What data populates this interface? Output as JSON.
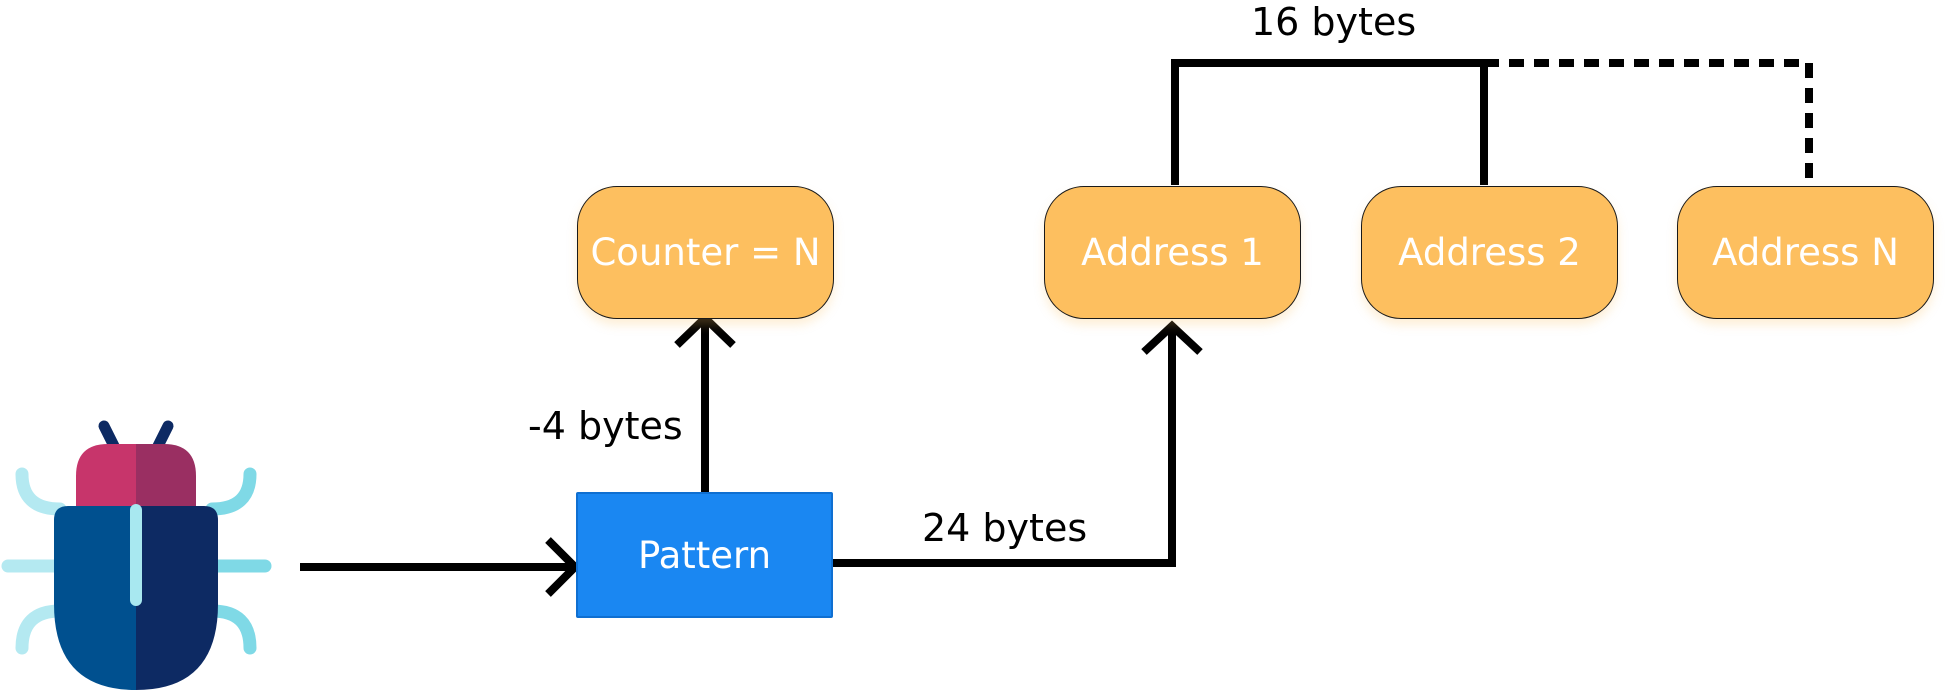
{
  "diagram": {
    "nodes": {
      "counter": "Counter = N",
      "address1": "Address 1",
      "address2": "Address 2",
      "addressN": "Address N",
      "pattern": "Pattern"
    },
    "edge_labels": {
      "group_size": "16 bytes",
      "counter_offset": "-4 bytes",
      "address_offset": "24 bytes"
    },
    "icon": "bug-icon",
    "colors": {
      "node_fill": "#fdbf5f",
      "pattern_fill": "#1a87f2",
      "node_text": "#ffffff",
      "edge": "#000000"
    }
  }
}
